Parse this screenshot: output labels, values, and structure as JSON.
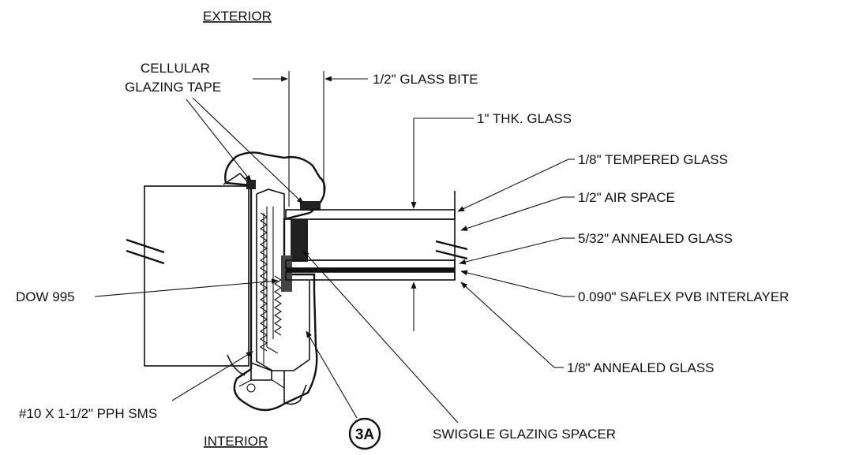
{
  "diagram": {
    "labels": {
      "exterior": "EXTERIOR",
      "interior": "INTERIOR",
      "cellular_tape_line1": "CELLULAR",
      "cellular_tape_line2": "GLAZING TAPE",
      "glass_bite": "1/2\" GLASS BITE",
      "glass_thickness": "1\" THK. GLASS",
      "tempered_glass": "1/8\" TEMPERED GLASS",
      "air_space": "1/2\" AIR SPACE",
      "annealed_532": "5/32\" ANNEALED GLASS",
      "interlayer": "0.090\" SAFLEX PVB INTERLAYER",
      "annealed_18": "1/8\" ANNEALED GLASS",
      "sealant": "DOW 995",
      "screw": "#10 X 1-1/2\" PPH SMS",
      "spacer": "SWIGGLE GLAZING SPACER",
      "section_tag": "3A"
    }
  }
}
